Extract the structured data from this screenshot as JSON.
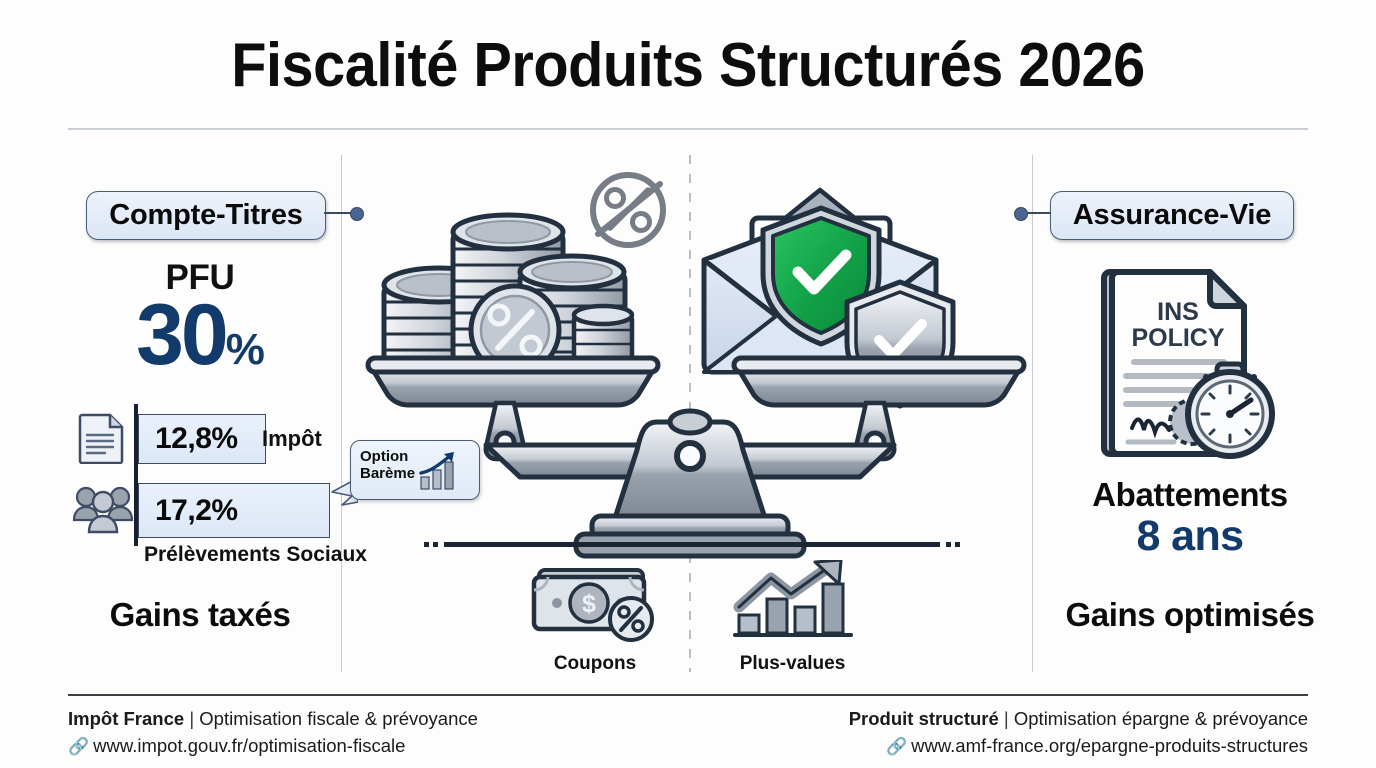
{
  "title": "Fiscalité Produits Structurés 2026",
  "left_panel": {
    "badge": "Compte-Titres",
    "pfu_label": "PFU",
    "pfu_number": "30",
    "pfu_percent": "%",
    "bars": [
      {
        "value": "12,8%",
        "label": "Impôt",
        "icon": "document-icon"
      },
      {
        "value": "17,2%",
        "label": "Prélèvements Sociaux",
        "icon": "people-icon"
      }
    ],
    "summary": "Gains taxés"
  },
  "callout": {
    "line1": "Option",
    "line2": "Barème",
    "icon": "growth-bar-chart-icon"
  },
  "center": {
    "left_pan_icon": "coin-stacks-with-percent-icon",
    "right_pan_icon": "envelope-with-shields-icon",
    "items": [
      {
        "label": "Coupons",
        "icon": "banknote-percent-icon"
      },
      {
        "label": "Plus-values",
        "icon": "rising-bar-chart-arrow-icon"
      }
    ]
  },
  "right_panel": {
    "badge": "Assurance-Vie",
    "policy_doc_line1": "INS",
    "policy_doc_line2": "POLICY",
    "abattements_label": "Abattements",
    "abattements_value": "8 ans",
    "summary": "Gains optimisés"
  },
  "footer": {
    "left": {
      "brand": "Impôt France",
      "separator": "|",
      "tagline": "Optimisation fiscale & prévoyance",
      "url": "www.impot.gouv.fr/optimisation-fiscale",
      "link_icon": "link-icon"
    },
    "right": {
      "brand": "Produit structuré",
      "separator": "|",
      "tagline": "Optimisation épargne & prévoyance",
      "url": "www.amf-france.org/epargne-produits-structures",
      "link_icon": "link-icon"
    }
  },
  "colors": {
    "navy": "#123a6b",
    "badge_fill": "#e4edf9",
    "badge_border": "#4a5b74",
    "divider": "#c6cad2",
    "ink": "#1c2533",
    "green_shield": "#17a54a",
    "gray_metal": "#9aa2ad"
  }
}
